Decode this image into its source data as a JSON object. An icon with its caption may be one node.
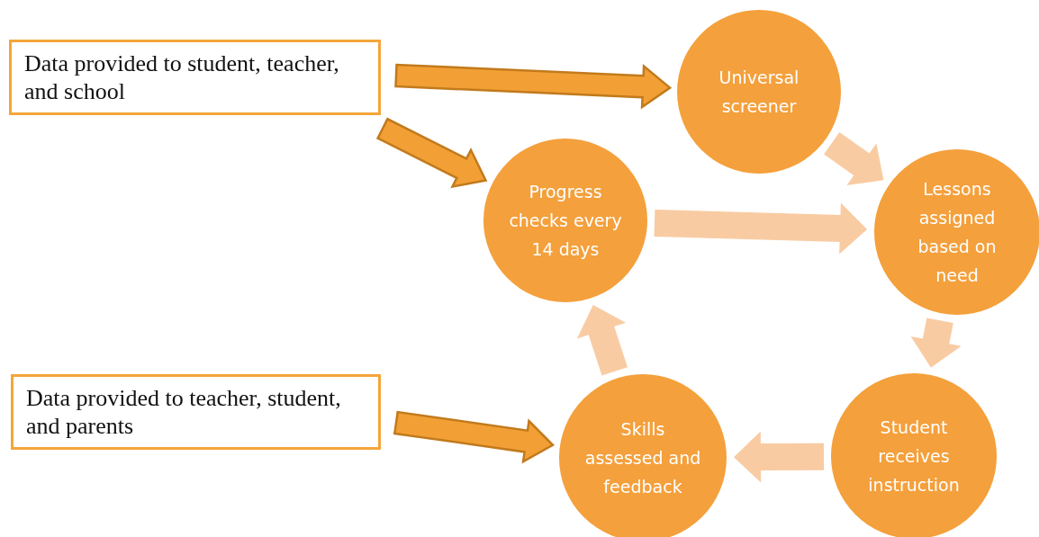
{
  "diagram": {
    "nodes": [
      {
        "text": [
          "Data provided to student, teacher, and school"
        ]
      },
      {
        "text": [
          "Data provided to teacher, student, and parents"
        ]
      },
      {
        "text": [
          "Universal screener"
        ]
      },
      {
        "text": [
          "Progress checks every 14 days"
        ]
      },
      {
        "text": [
          "Lessons assigned based on need"
        ]
      },
      {
        "text": [
          "Student receives instruction"
        ]
      },
      {
        "text": [
          "Skills assessed and feedback"
        ]
      }
    ],
    "edges": [
      {
        "from": 0,
        "to": 2,
        "arrow": "to",
        "color": "#f2a035"
      },
      {
        "from": 0,
        "to": 3,
        "arrow": "to",
        "color": "#f2a035"
      },
      {
        "from": 1,
        "to": 6,
        "arrow": "to",
        "color": "#f2a035"
      },
      {
        "from": 2,
        "to": 4,
        "arrow": "to"
      },
      {
        "from": 3,
        "to": 4,
        "arrow": "to"
      },
      {
        "from": 4,
        "to": 5,
        "arrow": "to"
      },
      {
        "from": 5,
        "to": 6,
        "arrow": "to"
      },
      {
        "from": 6,
        "to": 3,
        "arrow": "to"
      }
    ]
  }
}
